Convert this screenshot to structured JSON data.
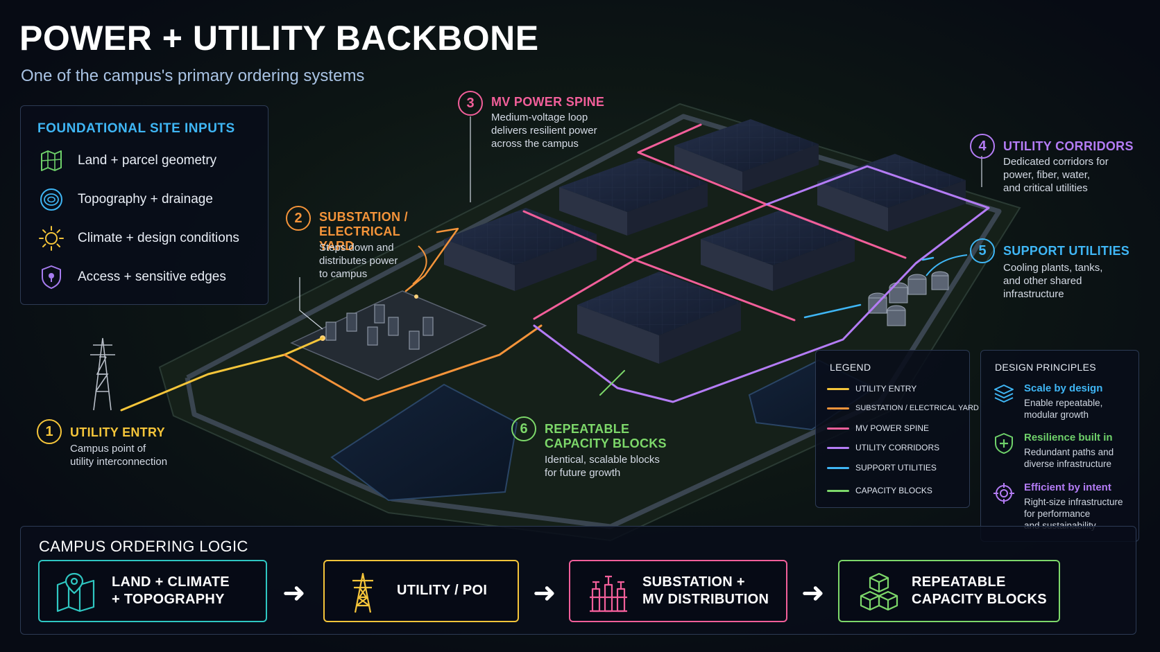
{
  "header": {
    "title": "POWER + UTILITY BACKBONE",
    "subtitle": "One of the campus's primary ordering systems"
  },
  "site_inputs": {
    "title": "FOUNDATIONAL SITE INPUTS",
    "items": [
      {
        "label": "Land + parcel geometry",
        "icon": "map-icon",
        "color": "#6fd16a"
      },
      {
        "label": "Topography + drainage",
        "icon": "topography-icon",
        "color": "#3fb6f5"
      },
      {
        "label": "Climate + design conditions",
        "icon": "sun-icon",
        "color": "#f5c53a"
      },
      {
        "label": "Access + sensitive edges",
        "icon": "shield-icon",
        "color": "#a77cf0"
      }
    ]
  },
  "callouts": [
    {
      "num": "1",
      "title": "UTILITY ENTRY",
      "desc": "Campus point of\nutility interconnection",
      "color": "#f5c53a"
    },
    {
      "num": "2",
      "title": "SUBSTATION /\nELECTRICAL YARD",
      "desc": "Steps down and\ndistributes power\nto campus",
      "color": "#f5943a"
    },
    {
      "num": "3",
      "title": "MV POWER SPINE",
      "desc": "Medium-voltage loop\ndelivers resilient power\nacross the campus",
      "color": "#f25f9a"
    },
    {
      "num": "4",
      "title": "UTILITY CORRIDORS",
      "desc": "Dedicated corridors for\npower, fiber, water,\nand critical utilities",
      "color": "#b47cf5"
    },
    {
      "num": "5",
      "title": "SUPPORT UTILITIES",
      "desc": "Cooling plants, tanks,\nand other shared\ninfrastructure",
      "color": "#3fb6f5"
    },
    {
      "num": "6",
      "title": "REPEATABLE\nCAPACITY BLOCKS",
      "desc": "Identical, scalable blocks\nfor future growth",
      "color": "#7dd86a"
    }
  ],
  "legend": {
    "title": "LEGEND",
    "items": [
      {
        "label": "UTILITY ENTRY",
        "color": "#f5c53a"
      },
      {
        "label": "SUBSTATION / ELECTRICAL YARD",
        "color": "#f5943a"
      },
      {
        "label": "MV POWER SPINE",
        "color": "#f25f9a"
      },
      {
        "label": "UTILITY CORRIDORS",
        "color": "#b47cf5"
      },
      {
        "label": "SUPPORT UTILITIES",
        "color": "#3fb6f5"
      },
      {
        "label": "CAPACITY BLOCKS",
        "color": "#7dd86a"
      }
    ]
  },
  "principles": {
    "title": "DESIGN PRINCIPLES",
    "items": [
      {
        "title": "Scale by design",
        "desc": "Enable repeatable,\nmodular growth",
        "color": "#3fb6f5",
        "icon": "stack-icon"
      },
      {
        "title": "Resilience built in",
        "desc": "Redundant paths and\ndiverse infrastructure",
        "color": "#6fd16a",
        "icon": "shield-plus-icon"
      },
      {
        "title": "Efficient by intent",
        "desc": "Right-size infrastructure\nfor performance\nand sustainability",
        "color": "#b47cf5",
        "icon": "target-icon"
      }
    ]
  },
  "ordering_logic": {
    "title": "CAMPUS ORDERING LOGIC",
    "steps": [
      {
        "label": "LAND + CLIMATE\n+ TOPOGRAPHY",
        "color": "#2fc7c2",
        "icon": "map-pin-icon"
      },
      {
        "label": "UTILITY / POI",
        "color": "#f5c53a",
        "icon": "tower-icon"
      },
      {
        "label": "SUBSTATION +\nMV DISTRIBUTION",
        "color": "#f25f9a",
        "icon": "substation-icon"
      },
      {
        "label": "REPEATABLE\nCAPACITY BLOCKS",
        "color": "#7dd86a",
        "icon": "cubes-icon"
      }
    ],
    "arrow": "➜"
  }
}
